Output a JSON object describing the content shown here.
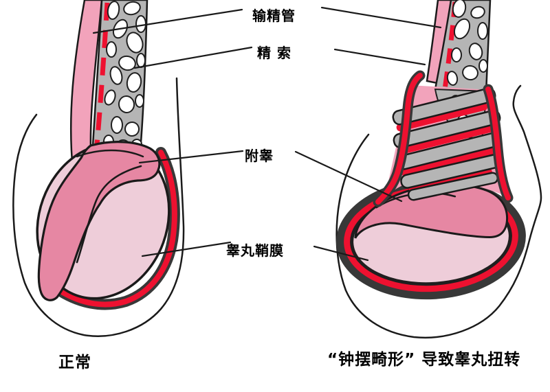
{
  "annotations": {
    "vas_deferens": "输精管",
    "spermatic_cord": "精 索",
    "epididymis": "附睾",
    "tunica_vaginalis": "睾丸鞘膜"
  },
  "captions": {
    "normal": "正常",
    "torsion": "“钟摆畸形” 导致睾丸扭转"
  },
  "colors": {
    "outline": "#1a1a1a",
    "tunica_red": "#ee1130",
    "cord_gray": "#b5b5b5",
    "epididymis_pink": "#e687a3",
    "testis_pink": "#eecdd9",
    "stripe_pink": "#f2a3bb",
    "band_dark": "#383838",
    "background": "#ffffff"
  }
}
